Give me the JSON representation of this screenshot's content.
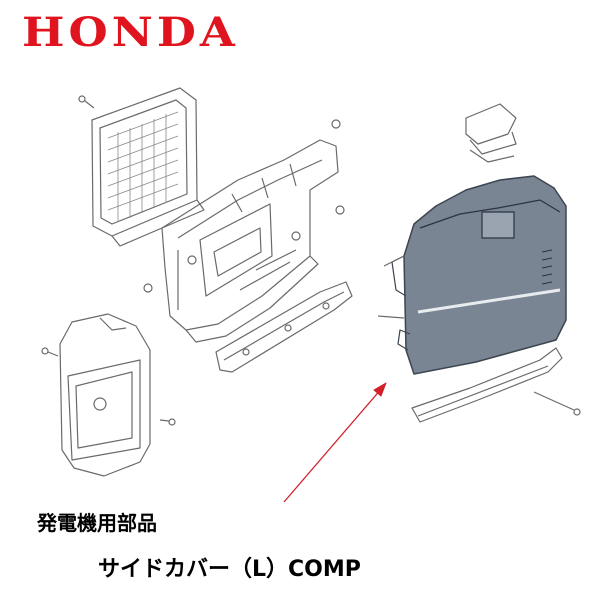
{
  "brand": {
    "logo_text": "HONDA",
    "color": "#e0141e"
  },
  "labels": {
    "category": "発電機用部品",
    "part_name": "サイドカバー（L）COMP"
  },
  "highlight": {
    "fill_color": "#7a8593",
    "arrow_color": "#d1202a"
  }
}
